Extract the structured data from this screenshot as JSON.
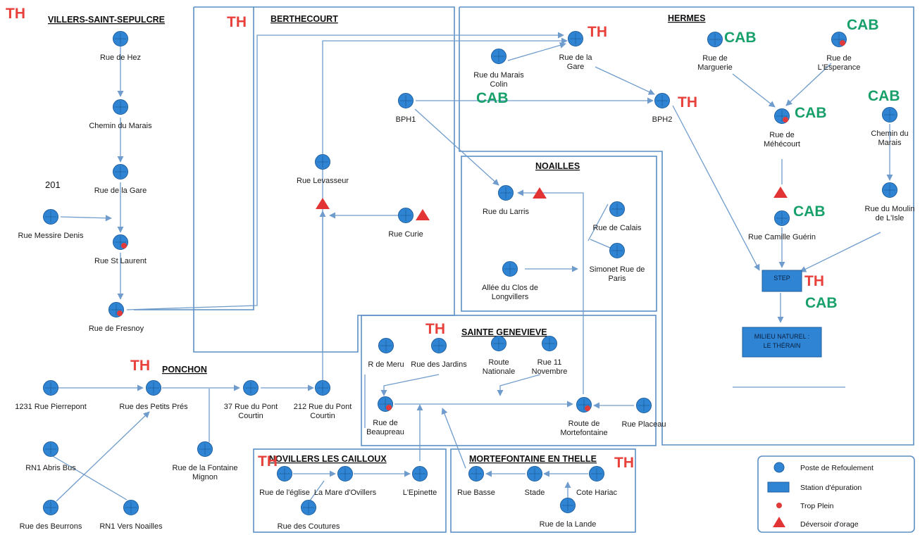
{
  "colors": {
    "node": "#2f85d4",
    "node_stroke": "#1f5f9e",
    "link": "#6f9ccc",
    "trop": "#e03a3a",
    "deversoir": "#e23434",
    "th": "#e8413c",
    "cab": "#18a06a",
    "box": "#2f85d4",
    "frame": "#5b8fc6"
  },
  "icons": {
    "node": "blue-circle",
    "trop_plein": "red-dot",
    "deversoir": "red-triangle",
    "station": "blue-rectangle"
  },
  "zones": {
    "villers": "VILLERS-SAINT-SEPULCRE",
    "berthecourt": "BERTHECOURT",
    "hermes": "HERMES",
    "noailles": "NOAILLES",
    "ponchon": "PONCHON",
    "sainte_genevieve": "SAINTE GENEVIEVE",
    "novillers": "NOVILLERS LES CAILLOUX",
    "mortefontaine": "MORTEFONTAINE EN THELLE"
  },
  "nodes": {
    "rue_de_hez": "Rue de Hez",
    "chemin_du_marais_v": "Chemin du Marais",
    "rue_de_la_gare_v": "Rue de la Gare",
    "rue_messire_denis": "Rue Messire Denis",
    "rue_st_laurent": "Rue St Laurent",
    "rue_de_fresnoy": "Rue de Fresnoy",
    "rue_levasseur": "Rue Levasseur",
    "rue_curie": "Rue Curie",
    "bph1": "BPH1",
    "bph2": "BPH2",
    "rue_du_marais_colin": [
      "Rue du Marais",
      "Colin"
    ],
    "rue_de_la_gare_h": [
      "Rue de la",
      "Gare"
    ],
    "rue_de_marguerie": [
      "Rue de",
      "Marguerie"
    ],
    "rue_de_lesperance": [
      "Rue de",
      "L'Esperance"
    ],
    "rue_de_mehecourt": [
      "Rue de",
      "Méhécourt"
    ],
    "chemin_du_marais_h": [
      "Chemin du",
      "Marais"
    ],
    "rue_camille_guerin": "Rue Camille Guérin",
    "rue_du_moulin": [
      "Rue du Moulin",
      "de L'Isle"
    ],
    "rue_du_larris": "Rue du Larris",
    "rue_de_calais": "Rue de Calais",
    "simonet": [
      "Simonet Rue de",
      "Paris"
    ],
    "allee_clos": [
      "Allée du Clos de",
      "Longvillers"
    ],
    "r_de_meru": "R de Meru",
    "rue_des_jardins": "Rue des Jardins",
    "route_nationale": [
      "Route",
      "Nationale"
    ],
    "rue_11_novembre": [
      "Rue 11",
      "Novembre"
    ],
    "rue_de_beaupreau": [
      "Rue de",
      "Beaupreau"
    ],
    "route_de_mortefontaine": [
      "Route de",
      "Mortefontaine"
    ],
    "rue_placeau": "Rue Placeau",
    "rue_1231": "1231 Rue Pierrepont",
    "rue_des_petits_pres": "Rue des Petits Prés",
    "rue_37_pont": [
      "37 Rue du Pont",
      "Courtin"
    ],
    "rue_212_pont": [
      "212 Rue du Pont",
      "Courtin"
    ],
    "rue_fontaine_mignon": [
      "Rue de la Fontaine",
      "Mignon"
    ],
    "rn1_abris_bus": "RN1 Abris Bus",
    "rue_des_beurrons": "Rue des Beurrons",
    "rn1_vers_noailles": "RN1 Vers Noailles",
    "rue_de_leglise": "Rue de l'église",
    "la_mare_dovillers": "La Mare d'Ovillers",
    "lepinette": "L'Epinette",
    "rue_des_coutures": "Rue des Coutures",
    "rue_basse": "Rue Basse",
    "stade": "Stade",
    "cote_hariac": "Cote Hariac",
    "rue_de_la_lande": "Rue de la Lande"
  },
  "step": "STEP",
  "milieu_naturel": [
    "MILIEU NATUREL :",
    "LE THÉRAIN"
  ],
  "misc_201": "201",
  "annotations": {
    "th": "TH",
    "cab": "CAB"
  },
  "legend": {
    "poste": "Poste de Refoulement",
    "station": "Station d'épuration",
    "trop_plein": "Trop Plein",
    "deversoir": "Déversoir d'orage"
  }
}
